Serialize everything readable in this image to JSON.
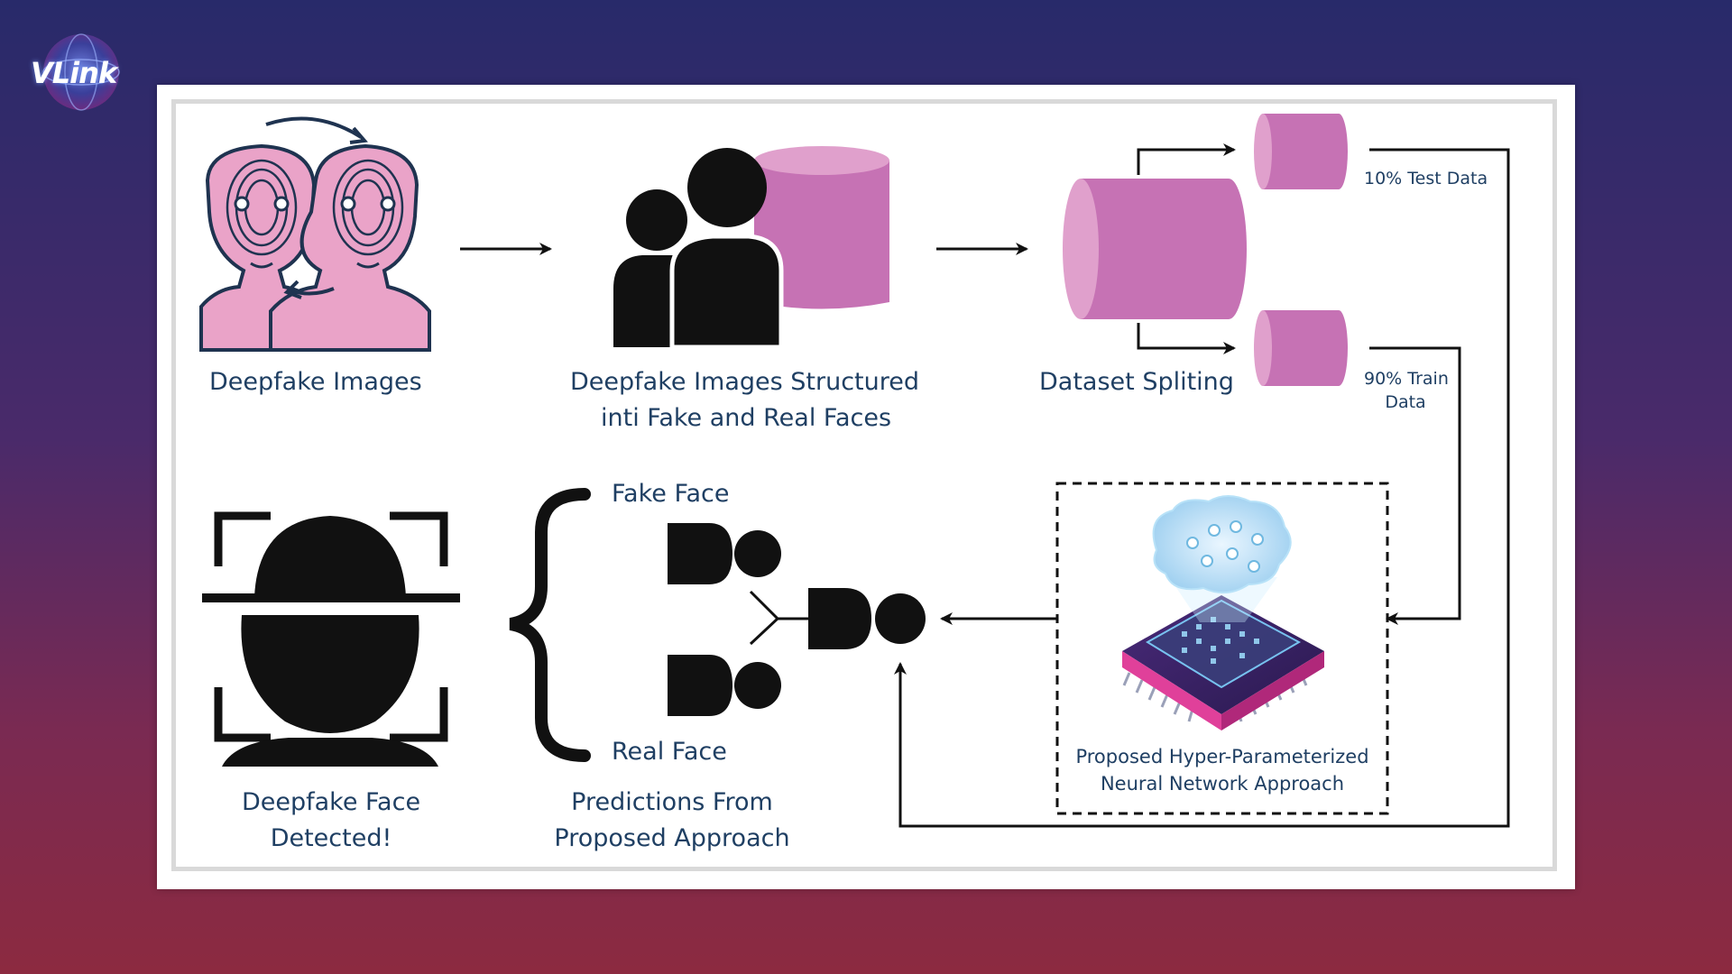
{
  "logo": {
    "text": "VLink"
  },
  "colors": {
    "accent_pink": "#c672b4",
    "light_pink": "#e7a6cd",
    "face_pink": "#eaa3c8",
    "text": "#1f3f63",
    "ink": "#111111"
  },
  "steps": {
    "deepfake_images": "Deepfake Images",
    "structured_line1": "Deepfake Images Structured",
    "structured_line2": "inti Fake and Real Faces",
    "dataset_split": "Dataset Spliting",
    "test_data": "10% Test Data",
    "train_line1": "90% Train",
    "train_line2": "Data",
    "nn_line1": "Proposed Hyper-Parameterized",
    "nn_line2": "Neural Network Approach",
    "fake_face": "Fake Face",
    "real_face": "Real Face",
    "predictions_line1": "Predictions From",
    "predictions_line2": "Proposed Approach",
    "detected_line1": "Deepfake Face",
    "detected_line2": "Detected!"
  },
  "icons": [
    "swapped-faces-icon",
    "people-database-icon",
    "cylinder-icon",
    "chip-brain-icon",
    "detected-face-icon",
    "person-icon",
    "brace-icon"
  ]
}
